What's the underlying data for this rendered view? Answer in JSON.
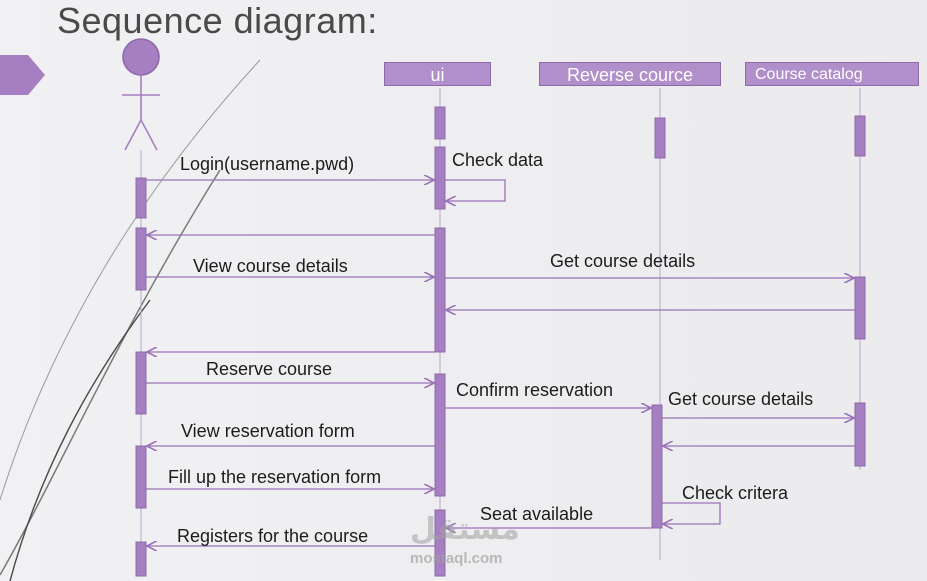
{
  "title": "Sequence diagram:",
  "lifelines": {
    "ui": "ui",
    "reverse": "Reverse cource",
    "catalog": "Course catalog"
  },
  "messages": {
    "m1": "Login(username.pwd)",
    "m2": "Check data",
    "m3": "View course details",
    "m4": "Get course details",
    "m5": "Reserve course",
    "m6": "Confirm reservation",
    "m7": "Get course details",
    "m8": "View reservation form",
    "m9": "Fill up the reservation form",
    "m10": "Check critera",
    "m11": "Seat available",
    "m12": "Registers for the course"
  },
  "watermark": {
    "arabic": "مستقل",
    "url": "mostaql.com"
  },
  "colors": {
    "accent": "#b18fcb",
    "activation": "#a57fc2",
    "arrow": "#9a72b8"
  }
}
